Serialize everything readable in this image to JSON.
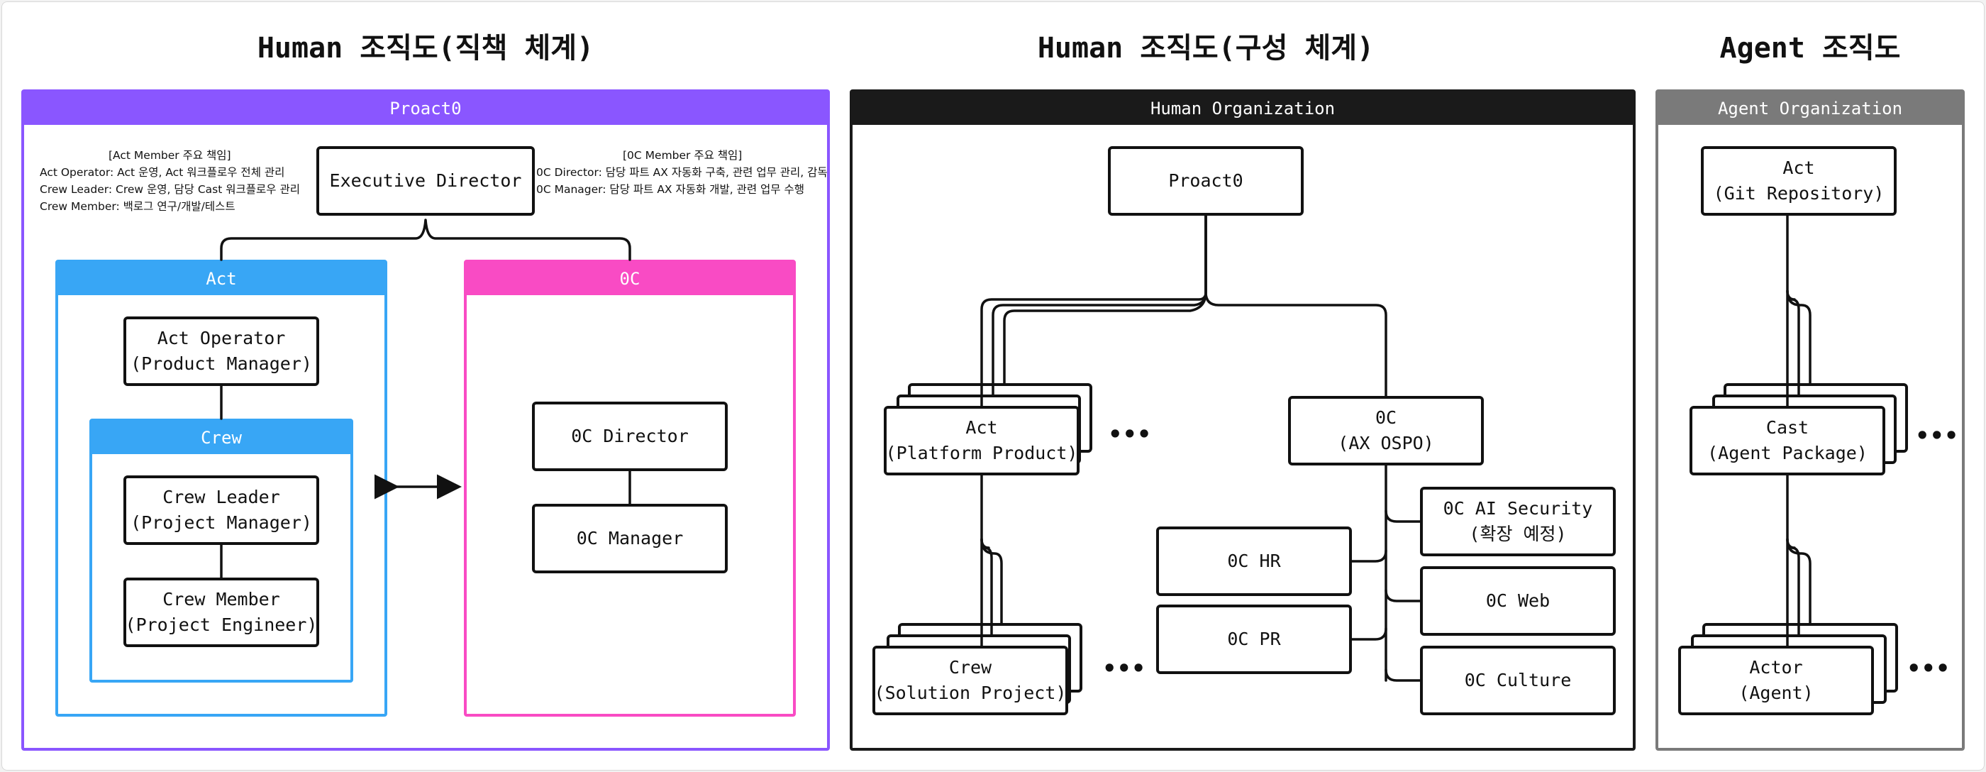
{
  "titles": {
    "human_role": "Human 조직도(직책 체계)",
    "human_structure": "Human 조직도(구성 체계)",
    "agent": "Agent 조직도"
  },
  "left_panel": {
    "header": "Proact0",
    "header_color": "#8a56ff",
    "executive_director": "Executive Director",
    "act_notes": {
      "title": "[Act Member 주요 책임]",
      "lines": [
        "Act Operator: Act 운영, Act 워크플로우 전체 관리",
        "Crew Leader: Crew 운영, 담당 Cast 워크플로우 관리",
        "Crew Member: 백로그 연구/개발/테스트"
      ]
    },
    "oc_notes": {
      "title": "[0C Member 주요 책임]",
      "lines": [
        "0C Director: 담당 파트 AX 자동화 구축, 관련 업무 관리, 감독",
        "0C Manager: 담당 파트 AX 자동화 개발, 관련 업무 수행"
      ]
    },
    "act": {
      "header": "Act",
      "color": "#38a6f5",
      "operator": {
        "line1": "Act Operator",
        "line2": "(Product Manager)"
      },
      "crew": {
        "header": "Crew",
        "leader": {
          "line1": "Crew Leader",
          "line2": "(Project Manager)"
        },
        "member": {
          "line1": "Crew Member",
          "line2": "(Project Engineer)"
        }
      }
    },
    "oc": {
      "header": "0C",
      "color": "#f94bc4",
      "director": "0C Director",
      "manager": "0C Manager"
    }
  },
  "middle_panel": {
    "header": "Human Organization",
    "header_color": "#1a1a1a",
    "root": "Proact0",
    "act": {
      "line1": "Act",
      "line2": "(Platform Product)"
    },
    "crew": {
      "line1": "Crew",
      "line2": "(Solution Project)"
    },
    "oc": {
      "line1": "0C",
      "line2": "(AX OSPO)"
    },
    "oc_hr": "0C HR",
    "oc_pr": "0C PR",
    "oc_ai_security": {
      "line1": "0C AI Security",
      "line2": "(확장 예정)"
    },
    "oc_web": "0C Web",
    "oc_culture": "0C Culture",
    "ellipsis": "•••"
  },
  "right_panel": {
    "header": "Agent Organization",
    "header_color": "#7a7a7a",
    "act": {
      "line1": "Act",
      "line2": "(Git Repository)"
    },
    "cast": {
      "line1": "Cast",
      "line2": "(Agent Package)"
    },
    "actor": {
      "line1": "Actor",
      "line2": "(Agent)"
    },
    "ellipsis": "•••"
  }
}
